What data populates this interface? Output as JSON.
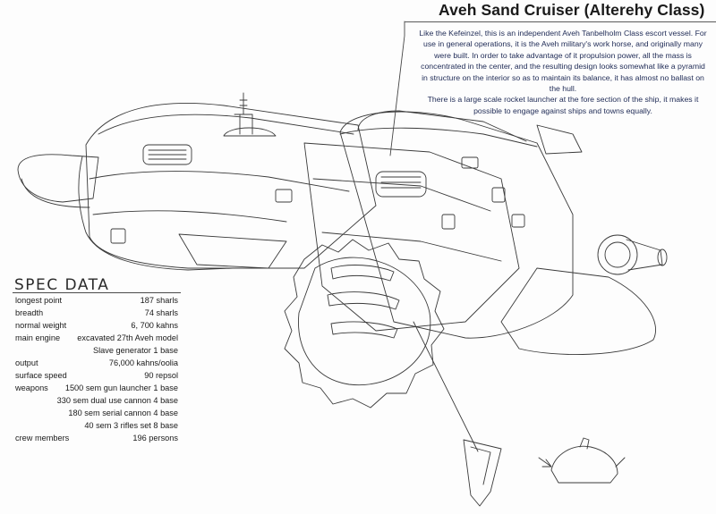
{
  "title": "Aveh Sand Cruiser (Alterehy Class)",
  "description": [
    "Like the Kefeinzel, this is an independent Aveh Tanbelholm Class escort vessel. For use in general operations, it is the Aveh military's work horse, and originally many were built. In order to take advantage of it propulsion power, all the mass is concentrated in the center, and the resulting design looks somewhat like a pyramid in structure on the interior so as to maintain its balance, it has almost no ballast on the hull.",
    "There is a large scale rocket launcher at the fore section of the ship, it makes it possible to engage against ships and towns equally."
  ],
  "spec": {
    "title": "SPEC DATA",
    "rows": [
      {
        "label": "longest point",
        "value": "187 sharls"
      },
      {
        "label": "breadth",
        "value": "74 sharls"
      },
      {
        "label": "normal weight",
        "value": "6, 700 kahns"
      },
      {
        "label": "main engine",
        "value": "excavated 27th Aveh model"
      },
      {
        "label": "",
        "value": "Slave generator 1 base"
      },
      {
        "label": "output",
        "value": "76,000 kahns/oolia"
      },
      {
        "label": "surface speed",
        "value": "90 repsol"
      },
      {
        "label": "weapons",
        "value": "1500 sem gun launcher 1 base"
      },
      {
        "label": "",
        "value": "330 sem dual use cannon 4 base"
      },
      {
        "label": "",
        "value": "180 sem serial cannon 4 base"
      },
      {
        "label": "",
        "value": "40 sem 3 rifles set 8 base"
      },
      {
        "label": "crew members",
        "value": "196 persons"
      }
    ]
  },
  "colors": {
    "ink": "#2a2a2a",
    "text": "#1e2a55",
    "paper": "#fdfdfd"
  }
}
